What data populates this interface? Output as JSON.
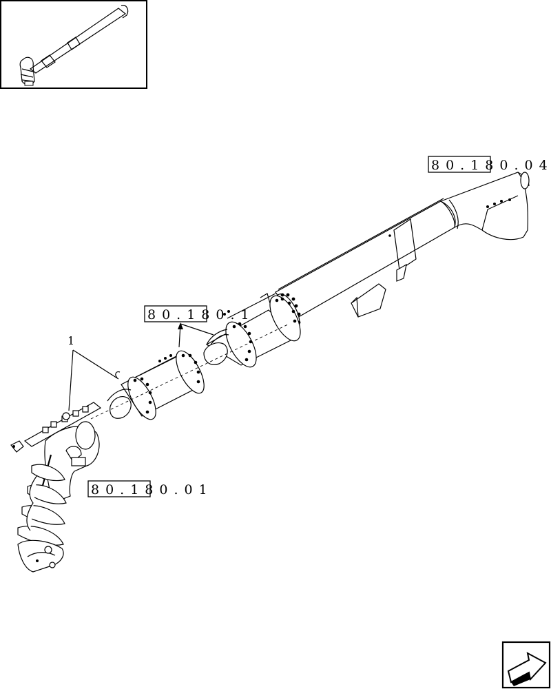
{
  "diagram": {
    "references": [
      {
        "id": "ref-far-tube",
        "text": "80.180.04"
      },
      {
        "id": "ref-mid-tube",
        "text": "80.180.1"
      },
      {
        "id": "ref-lower-auger",
        "text": "80.180.01"
      }
    ],
    "callouts": [
      {
        "id": "item-1",
        "text": "1"
      }
    ],
    "nav": {
      "icon": "next-page-arrow-icon"
    }
  }
}
